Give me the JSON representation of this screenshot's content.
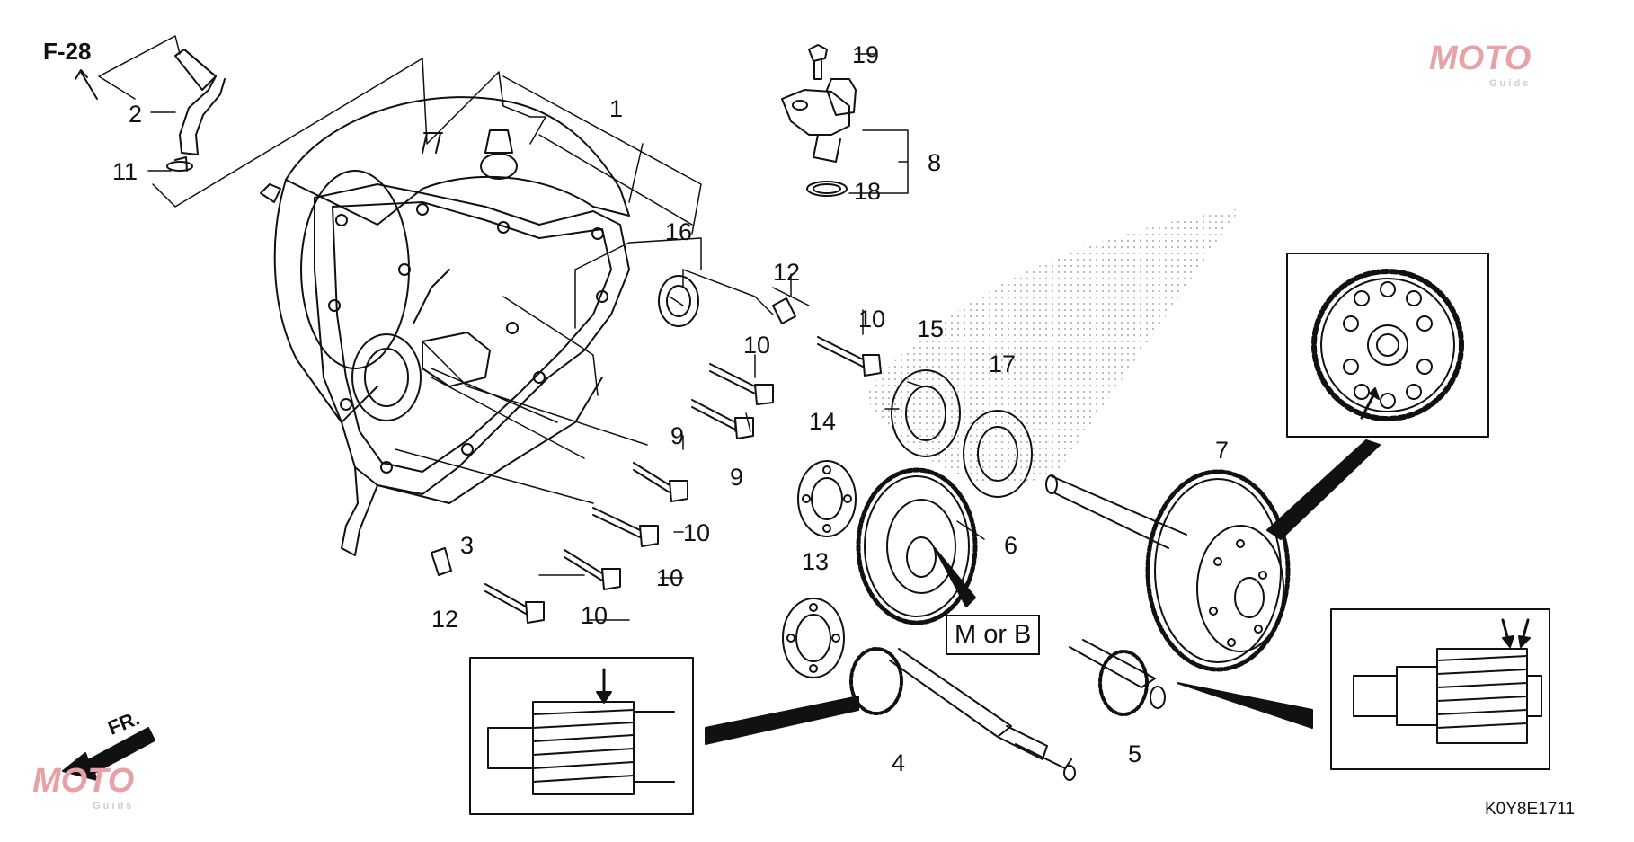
{
  "diagram": {
    "reference": "F-28",
    "front_marker": "FR.",
    "variant_note": "M or B",
    "code": "K0Y8E1711",
    "watermark": {
      "brand": "MOTO",
      "sub": "Guids"
    },
    "callouts": {
      "c1": "1",
      "c2": "2",
      "c3": "3",
      "c4": "4",
      "c5": "5",
      "c6": "6",
      "c7": "7",
      "c8": "8",
      "c9a": "9",
      "c9b": "9",
      "c10a": "10",
      "c10b": "10",
      "c10c": "10",
      "c10d": "10",
      "c10e": "10",
      "c11": "11",
      "c12a": "12",
      "c12b": "12",
      "c13": "13",
      "c14": "14",
      "c15": "15",
      "c16": "16",
      "c17": "17",
      "c18": "18",
      "c19": "19"
    }
  }
}
